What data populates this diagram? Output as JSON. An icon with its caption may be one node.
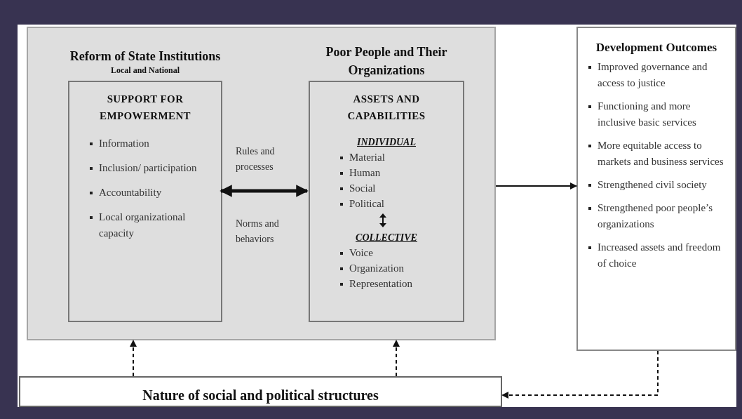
{
  "diagram": {
    "nodes": [
      {
        "text": [],
        "shape": "box"
      },
      {
        "text": [
          "Reform of State Institutions",
          "Local and National",
          "SUPPORT FOR EMPOWERMENT",
          "Information",
          "Inclusion/ participation",
          "Accountability",
          "Local organizational capacity"
        ],
        "in": 0
      },
      {
        "text": [
          "Poor People and Their Organizations",
          "ASSETS AND CAPABILITIES",
          "INDIVIDUAL",
          "Material",
          "Human",
          "Social",
          "Political",
          "COLLECTIVE",
          "Voice",
          "Organization",
          "Representation"
        ],
        "in": 0
      },
      {
        "text": [
          "Development Outcomes",
          "Improved governance and access to justice",
          "Functioning and more inclusive basic services",
          "More equitable access to markets and business services",
          "Strengthened civil society",
          "Strengthened poor people’s organizations",
          "Increased assets and freedom of choice"
        ]
      },
      {
        "text": [
          "Nature of social and political structures"
        ]
      }
    ],
    "edges": [
      {
        "from": 1,
        "to": 2,
        "arrow": "both",
        "label": "Rules and processes",
        "style": "thick"
      },
      {
        "from": 0,
        "to": 3,
        "arrow": "to"
      },
      {
        "from": 4,
        "to": 0,
        "arrow": "to",
        "style": "dashed"
      },
      {
        "from": 4,
        "to": 0,
        "arrow": "to",
        "style": "dashed"
      },
      {
        "from": 3,
        "to": 4,
        "arrow": "to",
        "style": "dashed"
      }
    ],
    "labels": [
      "Norms and behaviors"
    ]
  }
}
